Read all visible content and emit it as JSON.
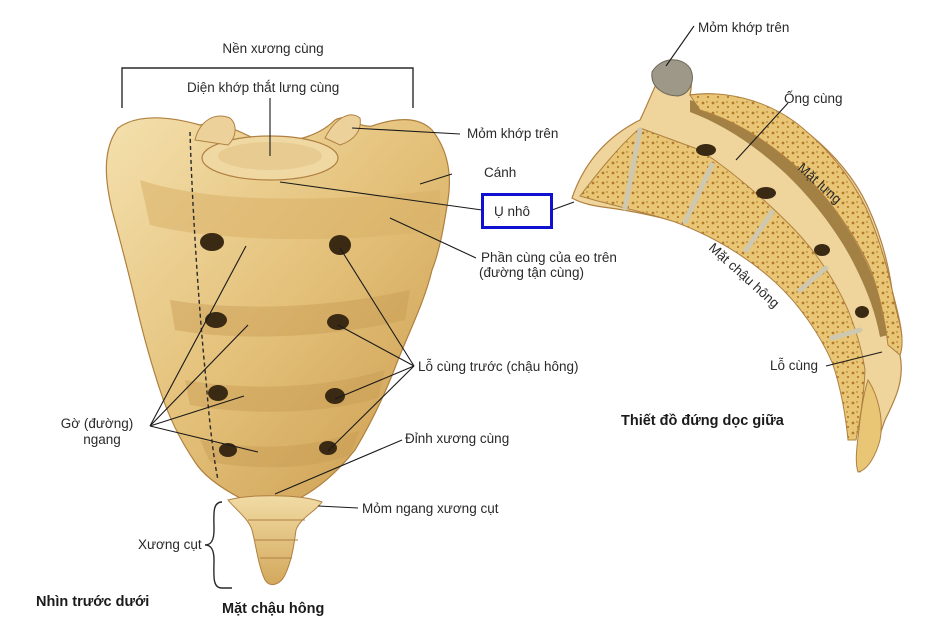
{
  "labels": {
    "nen_xuong_cung": "Nền xương cùng",
    "dien_khop": "Diện khớp thắt lưng cùng",
    "mom_khop_tren_left": "Mỏm khớp trên",
    "canh": "Cánh",
    "u_nho": "Ụ nhô",
    "phan_cung_1": "Phần cùng của eo trên",
    "phan_cung_2": "(đường tận cùng)",
    "lo_cung_truoc": "Lỗ cùng trước (chậu hông)",
    "go_ngang_1": "Gờ (đường)",
    "go_ngang_2": "ngang",
    "dinh_xuong_cung": "Đỉnh xương cùng",
    "mom_ngang_xuong_cut": "Mỏm ngang xương cụt",
    "xuong_cut": "Xương cụt",
    "nhin_truoc_duoi": "Nhìn trước dưới",
    "mat_chau_hong_title": "Mặt chậu hông",
    "mom_khop_tren_right": "Mỏm khớp trên",
    "ong_cung": "Ống cùng",
    "mat_lung": "Mặt lưng",
    "mat_chau_hong_side": "Mặt chậu hông",
    "lo_cung": "Lỗ cùng",
    "thiet_do": "Thiết đồ đứng dọc giữa"
  },
  "colors": {
    "bone_light": "#f0d9a0",
    "bone_mid": "#dfb96c",
    "bone_dark": "#b98a3e",
    "foramen": "#3a2a14",
    "leader": "#1a1a1a",
    "highlight": "#1010d0"
  }
}
